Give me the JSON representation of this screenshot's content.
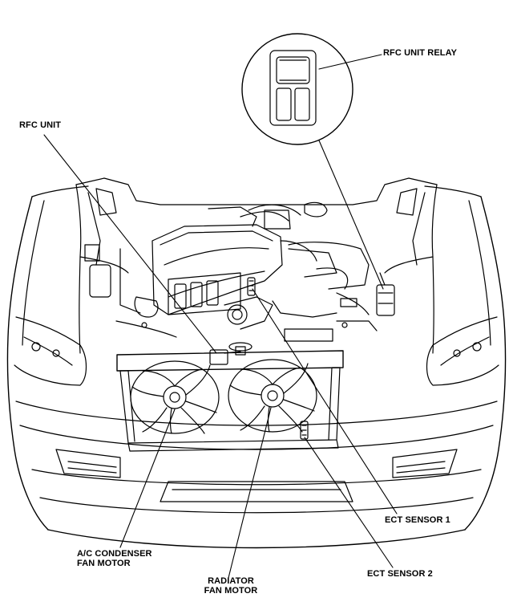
{
  "labels": {
    "rfc_unit_relay": "RFC UNIT RELAY",
    "rfc_unit": "RFC UNIT",
    "ect_sensor_1": "ECT SENSOR 1",
    "ac_condenser_fan_motor": [
      "A/C CONDENSER",
      "FAN MOTOR"
    ],
    "radiator_fan_motor": [
      "RADIATOR",
      "FAN MOTOR"
    ],
    "ect_sensor_2": "ECT SENSOR 2"
  }
}
